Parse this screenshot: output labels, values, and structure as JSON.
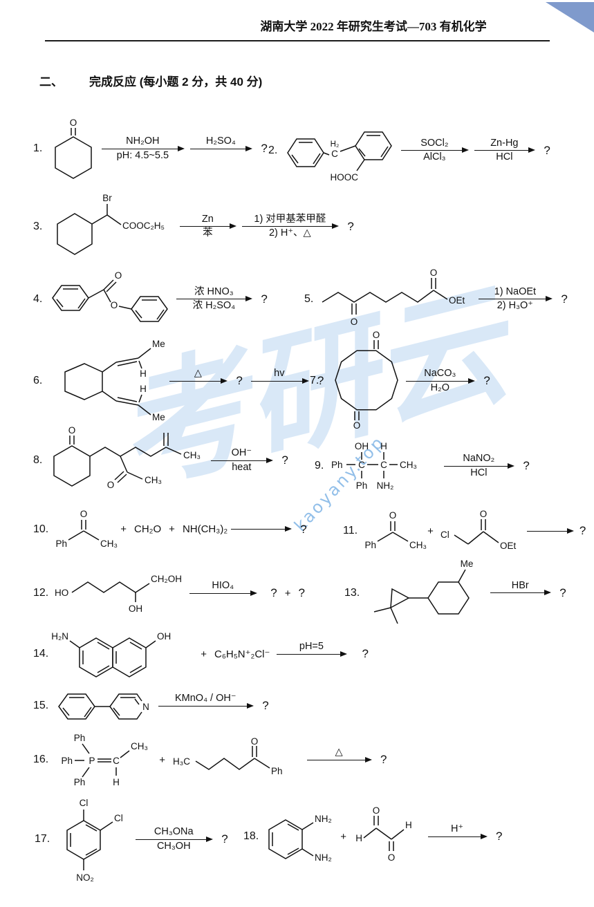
{
  "header": {
    "title": "湖南大学 2022 年研究生考试—703 有机化学"
  },
  "section": {
    "num": "二、",
    "title": "完成反应 (每小题 2 分，共 40 分)"
  },
  "watermark": {
    "big": "考研云",
    "url": "kaoyany.top"
  },
  "q1": {
    "num": "1.",
    "o": "O",
    "r1t": "NH₂OH",
    "r1b": "pH: 4.5~5.5",
    "r2t": "H₂SO₄",
    "q": "?"
  },
  "q2": {
    "num": "2.",
    "h2": "H₂",
    "c": "C",
    "hooc": "HOOC",
    "r1t": "SOCl₂",
    "r1b": "AlCl₃",
    "r2t": "Zn-Hg",
    "r2b": "HCl",
    "q": "?"
  },
  "q3": {
    "num": "3.",
    "br": "Br",
    "ester": "COOC₂H₅",
    "r1t": "Zn",
    "r1b": "苯",
    "r2t": "1) 对甲基苯甲醛",
    "r2b": "2) H⁺、△",
    "q": "?"
  },
  "q4": {
    "num": "4.",
    "o1": "O",
    "o2": "O",
    "r1t": "浓 HNO₃",
    "r1b": "浓 H₂SO₄",
    "q": "?"
  },
  "q5": {
    "num": "5.",
    "o1": "O",
    "o2": "O",
    "oet": "OEt",
    "r1t": "1) NaOEt",
    "r1b": "2) H₃O⁺",
    "q": "?"
  },
  "q6": {
    "num": "6.",
    "me1": "Me",
    "h1": "H",
    "h2": "H",
    "me2": "Me",
    "r1t": "△",
    "q1": "?",
    "r2t": "hv",
    "q2": "?"
  },
  "q7": {
    "num": "7.",
    "o1": "O",
    "o2": "O",
    "r1t": "NaCO₃",
    "r1b": "H₂O",
    "q": "?"
  },
  "q8": {
    "num": "8.",
    "o1": "O",
    "o2": "O",
    "ch3a": "CH₃",
    "ch3b": "CH₃",
    "r1t": "OH⁻",
    "r1b": "heat",
    "q": "?"
  },
  "q9": {
    "num": "9.",
    "oh": "OH",
    "h": "H",
    "ph1": "Ph",
    "c1": "C",
    "c2": "C",
    "ch3": "CH₃",
    "ph2": "Ph",
    "nh2": "NH₂",
    "r1t": "NaNO₂",
    "r1b": "HCl",
    "q": "?"
  },
  "q10": {
    "num": "10.",
    "ph": "Ph",
    "ch3": "CH₃",
    "o": "O",
    "plus1": "+",
    "f1": "CH₂O",
    "plus2": "+",
    "f2": "NH(CH₃)₂",
    "q": "?"
  },
  "q11": {
    "num": "11.",
    "ph": "Ph",
    "ch3": "CH₃",
    "o1": "O",
    "plus": "+",
    "cl": "Cl",
    "o2": "O",
    "oet": "OEt",
    "q": "?"
  },
  "q12": {
    "num": "12.",
    "ho": "HO",
    "ch2oh": "CH₂OH",
    "oh": "OH",
    "r1t": "HIO₄",
    "q1": "?",
    "plus": "+",
    "q2": "?"
  },
  "q13": {
    "num": "13.",
    "me": "Me",
    "r1t": "HBr",
    "q": "?"
  },
  "q14": {
    "num": "14.",
    "h2n": "H₂N",
    "oh": "OH",
    "plus": "+",
    "salt": "C₆H₅N⁺₂Cl⁻",
    "r1t": "pH=5",
    "q": "?"
  },
  "q15": {
    "num": "15.",
    "n": "N",
    "r1t": "KMnO₄ / OH⁻",
    "q": "?"
  },
  "q16": {
    "num": "16.",
    "ph1": "Ph",
    "ph2": "Ph",
    "ph3": "Ph",
    "p": "P",
    "c": "C",
    "ch3": "CH₃",
    "h": "H",
    "plus": "+",
    "h3c": "H₃C",
    "o": "O",
    "ph4": "Ph",
    "r1t": "△",
    "q": "?"
  },
  "q17": {
    "num": "17.",
    "cl1": "Cl",
    "cl2": "Cl",
    "no2": "NO₂",
    "r1t": "CH₃ONa",
    "r1b": "CH₃OH",
    "q": "?"
  },
  "q18": {
    "num": "18.",
    "nh2a": "NH₂",
    "nh2b": "NH₂",
    "plus": "+",
    "h1": "H",
    "o1": "O",
    "o2": "O",
    "h2": "H",
    "r1t": "H⁺",
    "q": "?"
  }
}
